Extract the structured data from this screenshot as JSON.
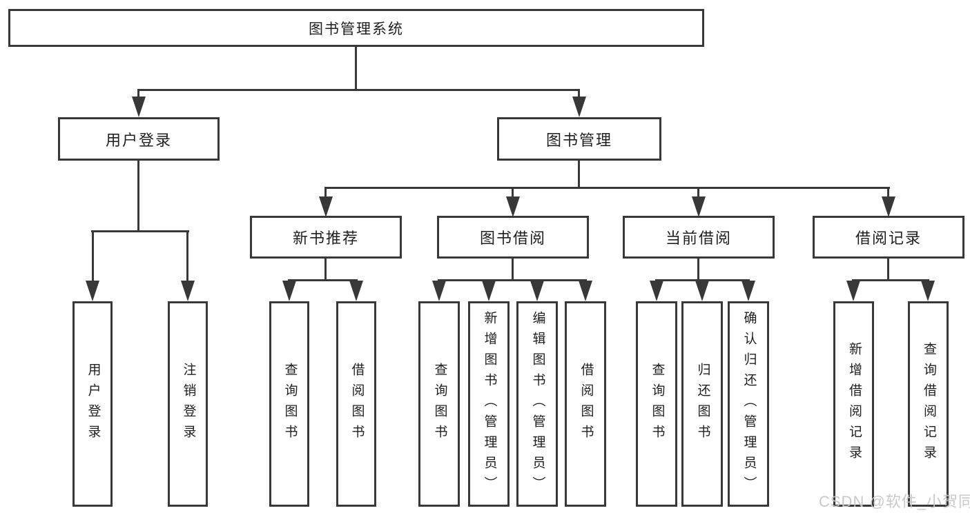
{
  "diagram": {
    "root": {
      "label": "图书管理系统"
    },
    "level2": [
      {
        "id": "user-login",
        "label": "用户登录"
      },
      {
        "id": "book-management",
        "label": "图书管理"
      }
    ],
    "level3": [
      {
        "id": "new-book-recommend",
        "label": "新书推荐"
      },
      {
        "id": "book-borrow",
        "label": "图书借阅"
      },
      {
        "id": "current-borrow",
        "label": "当前借阅"
      },
      {
        "id": "borrow-records",
        "label": "借阅记录"
      }
    ],
    "leaves": [
      {
        "id": "user-login-leaf",
        "label": "用户登录"
      },
      {
        "id": "logout",
        "label": "注销登录"
      },
      {
        "id": "query-books-recommend",
        "label": "查询图书"
      },
      {
        "id": "borrow-books-recommend",
        "label": "借阅图书"
      },
      {
        "id": "query-books-borrow",
        "label": "查询图书"
      },
      {
        "id": "add-books-admin",
        "label": "新增图书（管理员）"
      },
      {
        "id": "edit-books-admin",
        "label": "编辑图书（管理员）"
      },
      {
        "id": "borrow-books",
        "label": "借阅图书"
      },
      {
        "id": "query-books-current",
        "label": "查询图书"
      },
      {
        "id": "return-books",
        "label": "归还图书"
      },
      {
        "id": "confirm-return-admin",
        "label": "确认归还（管理员）"
      },
      {
        "id": "add-borrow-record",
        "label": "新增借阅记录"
      },
      {
        "id": "query-borrow-record",
        "label": "查询借阅记录"
      }
    ]
  },
  "watermark": {
    "text": "CSDN @软件_小贺同学"
  },
  "colors": {
    "line": "#383838",
    "box_border": "#383838",
    "box_fill": "#ffffff",
    "text": "#1f1f1f",
    "watermark": "#c7c5c5",
    "background": "#ffffff"
  }
}
